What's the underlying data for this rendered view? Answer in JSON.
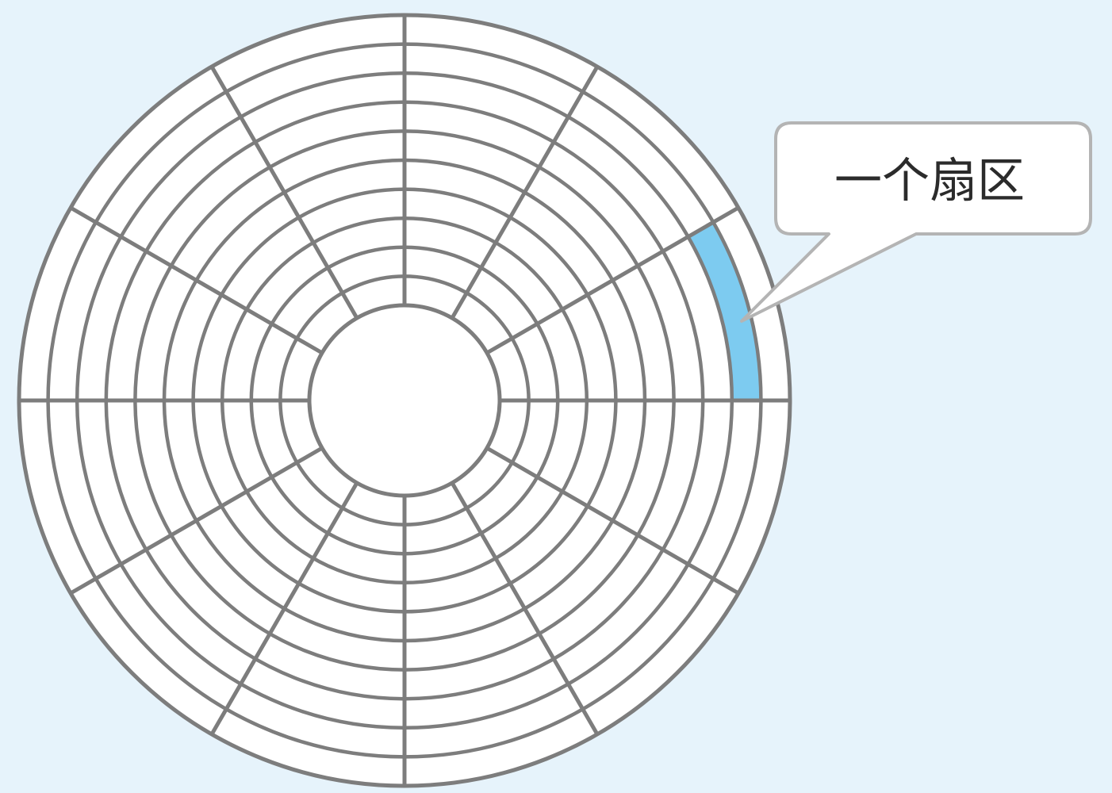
{
  "callout": {
    "label": "一个扇区"
  },
  "disk": {
    "track_count": 10,
    "sector_count": 12,
    "highlighted_track": 1,
    "highlighted_sector": 11
  },
  "colors": {
    "background": "#e6f3fb",
    "platter": "#ffffff",
    "line": "#7d7d7d",
    "highlight": "#7dcbf0",
    "callout_border": "#b4b4b4",
    "callout_fill": "#ffffff",
    "text": "#2b2b2b"
  }
}
